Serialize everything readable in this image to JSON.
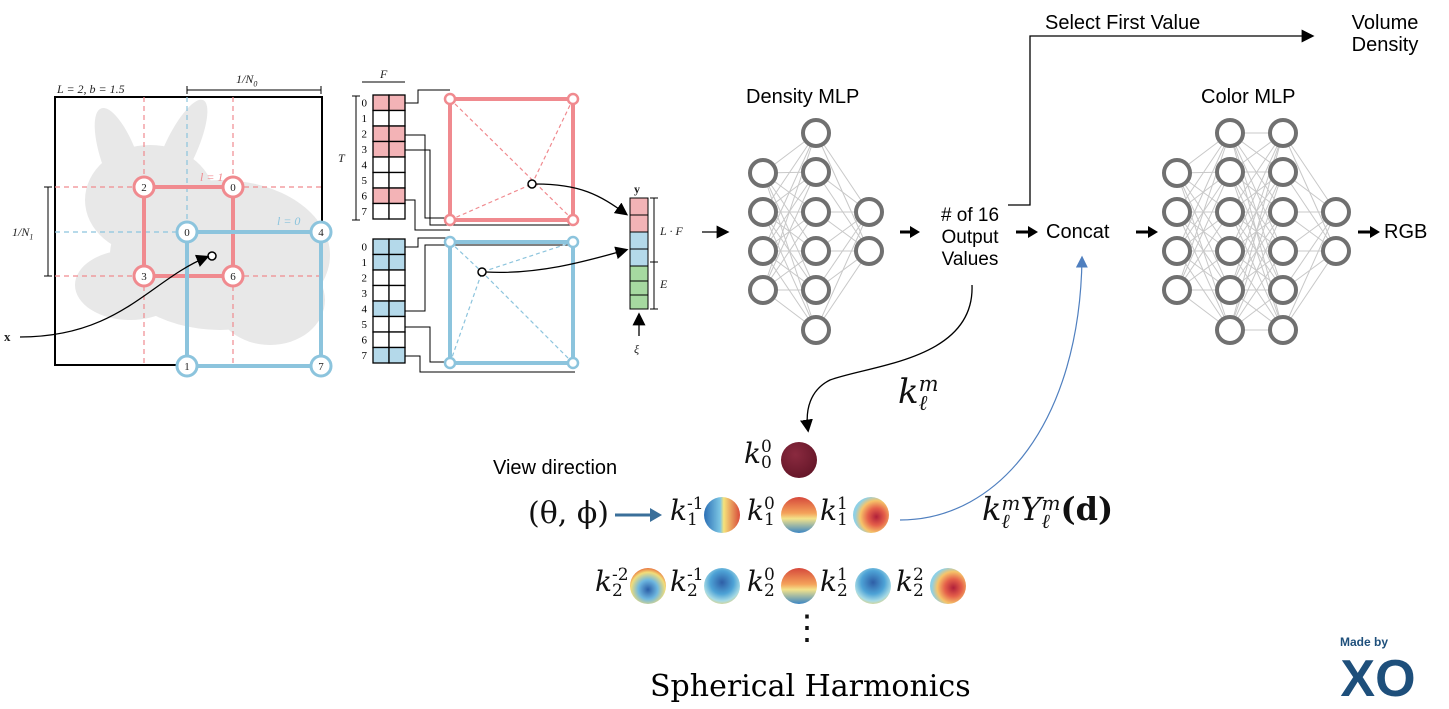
{
  "grid": {
    "params": "L = 2,  b = 1.5",
    "n0": "1/N",
    "n0_sub": "0",
    "n1": "1/N",
    "n1_sub": "1",
    "level1": "l = 1",
    "level0": "l = 0",
    "input_x": "x",
    "red_vertices": [
      "2",
      "0",
      "3",
      "6"
    ],
    "blue_vertices": [
      "0",
      "4",
      "1",
      "7"
    ]
  },
  "hash_table": {
    "f_label": "F",
    "t_label": "T",
    "red_rows": [
      "0",
      "1",
      "2",
      "3",
      "4",
      "5",
      "6",
      "7"
    ],
    "blue_rows": [
      "0",
      "1",
      "2",
      "3",
      "4",
      "5",
      "6",
      "7"
    ]
  },
  "feature_vector": {
    "y_label": "y",
    "lf_label": "L · F",
    "e_label": "E",
    "xi_label": "ξ"
  },
  "labels": {
    "density_mlp": "Density MLP",
    "color_mlp": "Color MLP",
    "select_first": "Select First Value",
    "volume": "Volume",
    "density": "Density",
    "num_outputs_1": "# of 16",
    "num_outputs_2": "Output",
    "num_outputs_3": "Values",
    "concat": "Concat",
    "rgb": "RGB",
    "view_direction": "View direction",
    "spherical_harmonics": "Spherical Harmonics"
  },
  "sh": {
    "klm": "k",
    "klm_sub": "ℓ",
    "klm_sup": "m",
    "theta_phi": "(θ, ϕ)",
    "product_k": "k",
    "product_Y": "Y",
    "product_sub": "ℓ",
    "product_sup": "m",
    "product_arg": "(d)",
    "row0": [
      {
        "sub": "0",
        "sup": "0"
      }
    ],
    "row1": [
      {
        "sub": "1",
        "sup": "-1"
      },
      {
        "sub": "1",
        "sup": "0"
      },
      {
        "sub": "1",
        "sup": "1"
      }
    ],
    "row2": [
      {
        "sub": "2",
        "sup": "-2"
      },
      {
        "sub": "2",
        "sup": "-1"
      },
      {
        "sub": "2",
        "sup": "0"
      },
      {
        "sub": "2",
        "sup": "1"
      },
      {
        "sub": "2",
        "sup": "2"
      }
    ],
    "ellipsis": "⋮"
  },
  "logo": {
    "text": "Made by",
    "mark": "XO"
  },
  "colors": {
    "red": "#f08a8f",
    "red_fill": "#f3b3b6",
    "blue": "#8cc4dd",
    "blue_fill": "#b4d9ea",
    "green_fill": "#a6d9a0",
    "node": "#707070",
    "edge": "#c8c8c8",
    "sh_arrow": "#4f7fbf",
    "dark_sphere": "#7a1f33",
    "logo": "#1e4f7b"
  }
}
